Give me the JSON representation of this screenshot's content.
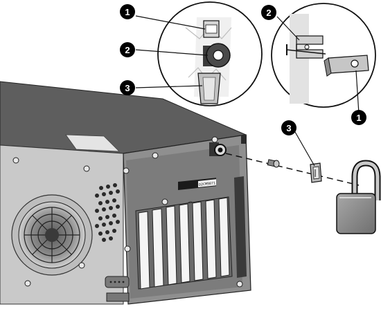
{
  "figure": {
    "callouts": {
      "detail_left": [
        "1",
        "2",
        "3"
      ],
      "detail_right": [
        "2",
        "1"
      ],
      "main": [
        "3"
      ]
    },
    "serial_label": "D2CM9871"
  },
  "colors": {
    "chassis_top": "#5e5e5e",
    "chassis_left": "#c9c9c9",
    "chassis_back": "#8f8f8f",
    "padlock_body": "#8f8f8f",
    "callout_fill": "#000000"
  }
}
